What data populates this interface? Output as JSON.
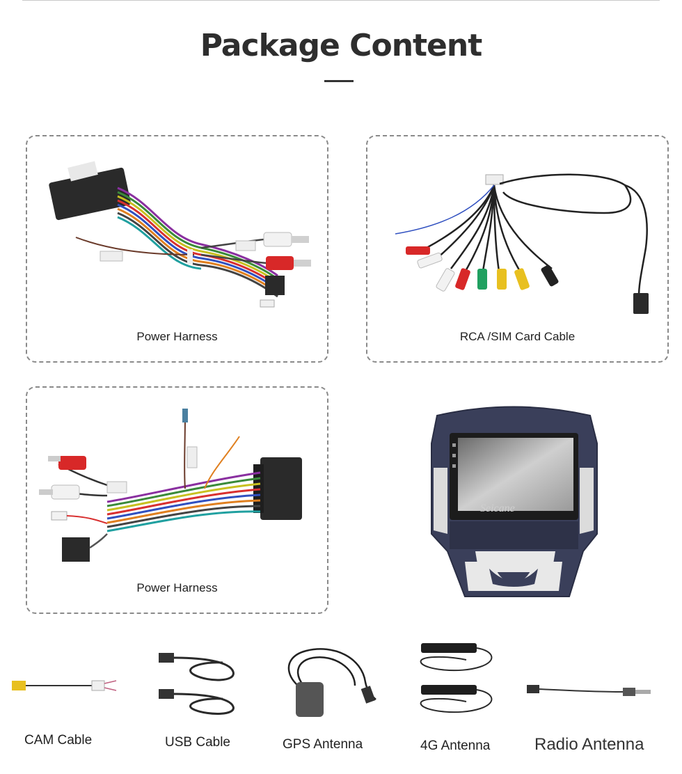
{
  "page": {
    "title": "Package Content"
  },
  "boxes": {
    "power_harness_1": {
      "label": "Power Harness"
    },
    "rca_sim_cable": {
      "label": "RCA /SIM Card Cable"
    },
    "power_harness_2": {
      "label": "Power Harness"
    }
  },
  "stereo": {
    "brand": "Seicane"
  },
  "accessories": {
    "cam_cable": "CAM Cable",
    "usb_cable": "USB Cable",
    "gps_antenna": "GPS Antenna",
    "antenna_4g": "4G Antenna",
    "radio_antenna": "Radio Antenna"
  }
}
